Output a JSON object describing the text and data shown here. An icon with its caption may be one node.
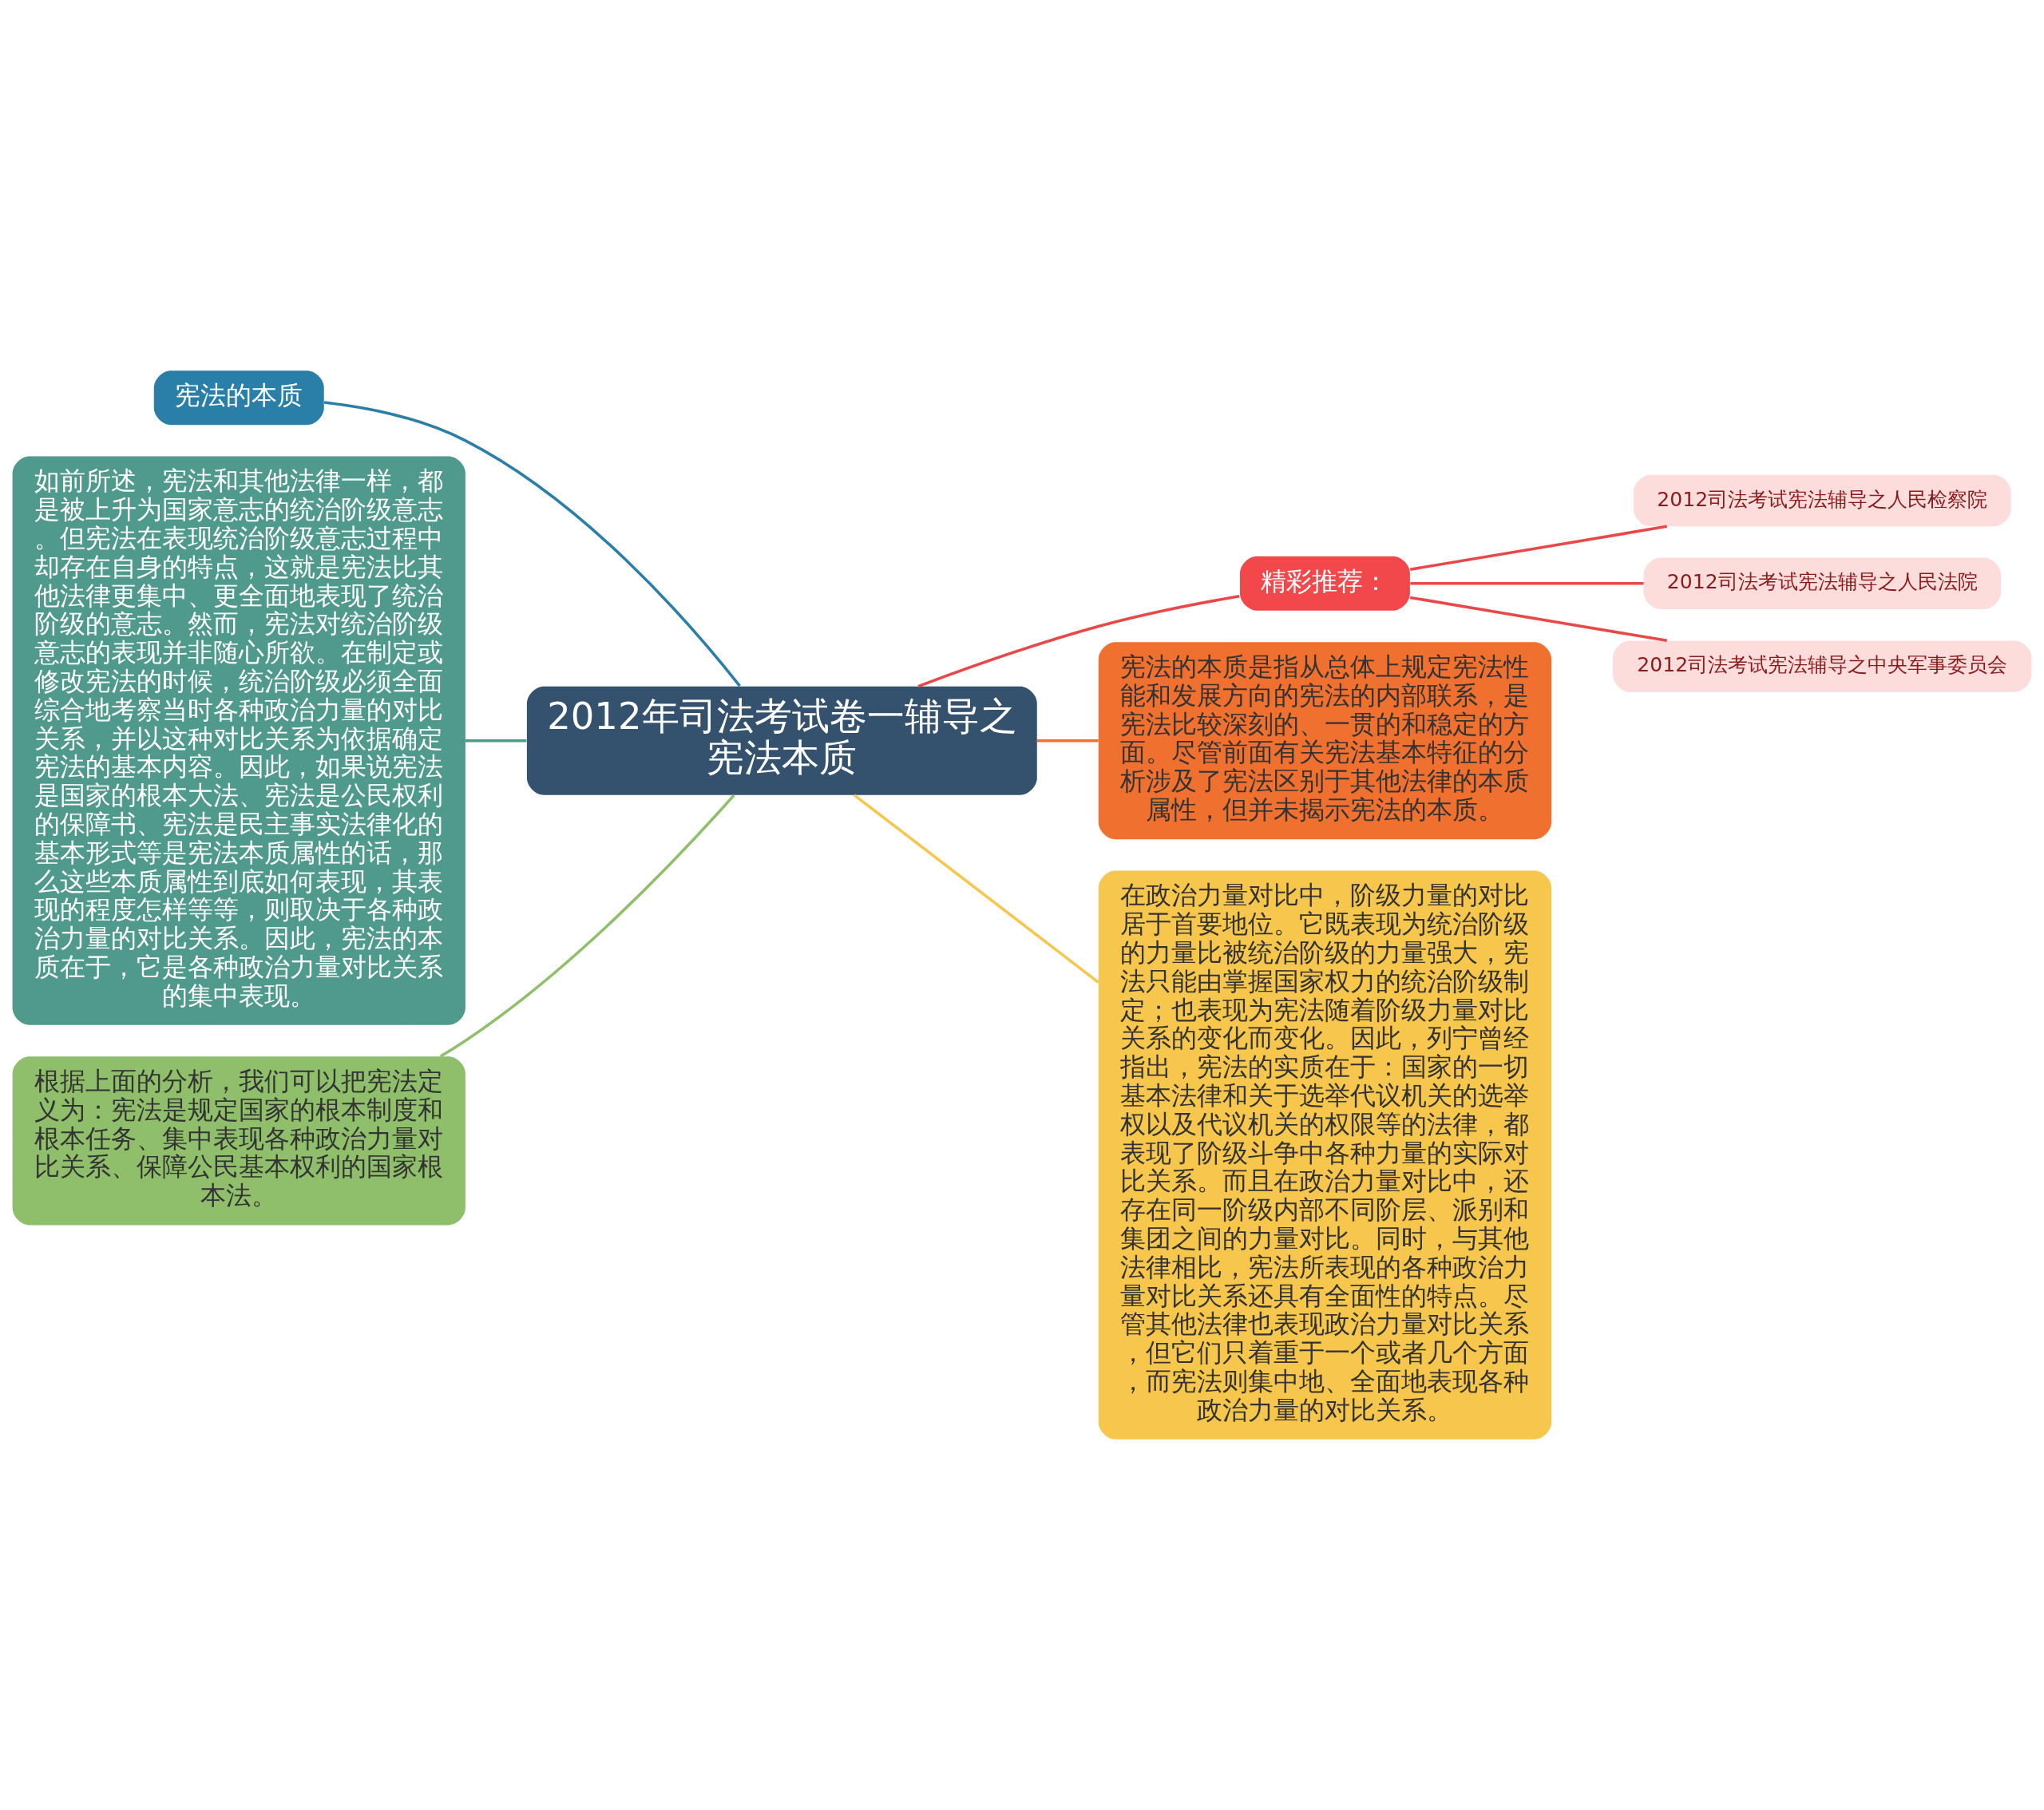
{
  "diagram": {
    "nodes": [
      {
        "text": [
          "2012年司法考试卷一辅导之宪法本质"
        ]
      },
      {
        "text": [
          "宪法的本质"
        ]
      },
      {
        "text": [
          "如前所述，宪法和其他法律一样，都是被上升为国家意志的统治阶级意志。但宪法在表现统治阶级意志过程中却存在自身的特点，这就是宪法比其他法律更集中、更全面地表现了统治阶级的意志。然而，宪法对统治阶级意志的表现并非随心所欲。在制定或修改宪法的时候，统治阶级必须全面综合地考察当时各种政治力量的对比关系，并以这种对比关系为依据确定宪法的基本内容。因此，如果说宪法是国家的根本大法、宪法是公民权利的保障书、宪法是民主事实法律化的基本形式等是宪法本质属性的话，那么这些本质属性到底如何表现，其表现的程度怎样等等，则取决于各种政治力量的对比关系。因此，宪法的本质在于，它是各种政治力量对比关系的集中表现。"
        ]
      },
      {
        "text": [
          "根据上面的分析，我们可以把宪法定义为：宪法是规定国家的根本制度和根本任务、集中表现各种政治力量对比关系、保障公民基本权利的国家根本法。"
        ]
      },
      {
        "text": [
          "精彩推荐："
        ]
      },
      {
        "text": [
          "2012司法考试宪法辅导之人民检察院"
        ]
      },
      {
        "text": [
          "2012司法考试宪法辅导之人民法院"
        ]
      },
      {
        "text": [
          "2012司法考试宪法辅导之中央军事委员会"
        ]
      },
      {
        "text": [
          "宪法的本质是指从总体上规定宪法性能和发展方向的宪法的内部联系，是宪法比较深刻的、一贯的和稳定的方面。尽管前面有关宪法基本特征的分析涉及了宪法区别于其他法律的本质属性，但并未揭示宪法的本质。"
        ]
      },
      {
        "text": [
          "在政治力量对比中，阶级力量的对比居于首要地位。它既表现为统治阶级的力量比被统治阶级的力量强大，宪法只能由掌握国家权力的统治阶级制定；也表现为宪法随着阶级力量对比关系的变化而变化。因此，列宁曾经指出，宪法的实质在于：国家的一切基本法律和关于选举代议机关的选举权以及代议机关的权限等的法律，都表现了阶级斗争中各种力量的实际对比关系。而且在政治力量对比中，还存在同一阶级内部不同阶层、派别和集团之间的力量对比。同时，与其他法律相比，宪法所表现的各种政治力量对比关系还具有全面性的特点。尽管其他法律也表现政治力量对比关系，但它们只着重于一个或者几个方面，而宪法则集中地、全面地表现各种政治力量的对比关系。"
        ]
      }
    ],
    "edges": [
      {
        "from": 0,
        "to": 1,
        "arrow": "none",
        "color": "#2a7fa8"
      },
      {
        "from": 0,
        "to": 2,
        "arrow": "none",
        "color": "#4f9a8c"
      },
      {
        "from": 0,
        "to": 3,
        "arrow": "none",
        "color": "#8fbf6a"
      },
      {
        "from": 0,
        "to": 4,
        "arrow": "none",
        "color": "#e84848"
      },
      {
        "from": 4,
        "to": 5,
        "arrow": "none",
        "color": "#e84848"
      },
      {
        "from": 4,
        "to": 6,
        "arrow": "none",
        "color": "#e84848"
      },
      {
        "from": 4,
        "to": 7,
        "arrow": "none",
        "color": "#e84848"
      },
      {
        "from": 0,
        "to": 8,
        "arrow": "none",
        "color": "#f07030"
      },
      {
        "from": 0,
        "to": 9,
        "arrow": "none",
        "color": "#f7c64c"
      }
    ]
  }
}
